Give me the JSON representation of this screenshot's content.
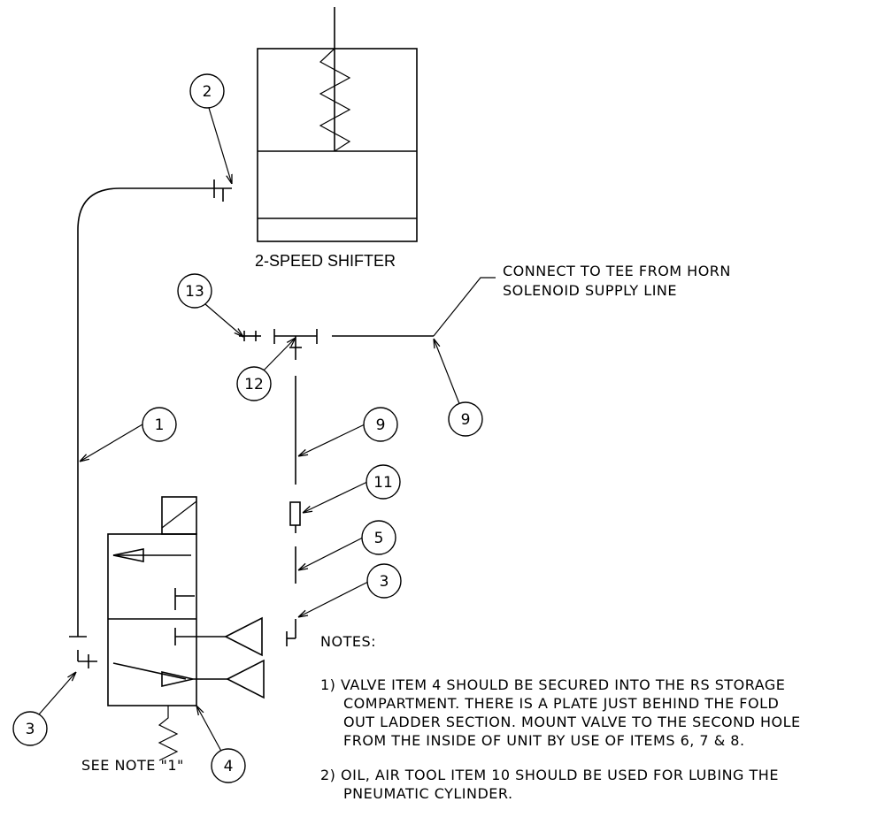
{
  "title": "2-SPEED SHIFTER",
  "callout": {
    "line1": "CONNECT TO TEE FROM HORN",
    "line2": "SOLENOID SUPPLY LINE"
  },
  "balloons": {
    "b1": "1",
    "b2": "2",
    "b3_left": "3",
    "b3_right": "3",
    "b4": "4",
    "b5": "5",
    "b9_a": "9",
    "b9_b": "9",
    "b11": "11",
    "b12": "12",
    "b13": "13"
  },
  "see_note": "SEE NOTE \"1\"",
  "notes": {
    "heading": "NOTES:",
    "n1_l1": "1) VALVE ITEM 4 SHOULD BE SECURED INTO THE RS STORAGE",
    "n1_l2": "COMPARTMENT.  THERE IS A PLATE JUST BEHIND THE FOLD",
    "n1_l3": "OUT LADDER SECTION.  MOUNT VALVE TO THE SECOND HOLE",
    "n1_l4": "FROM THE INSIDE OF UNIT BY USE OF ITEMS 6, 7 & 8.",
    "n2_l1": "2) OIL, AIR TOOL ITEM 10 SHOULD BE USED FOR LUBING THE",
    "n2_l2": "PNEUMATIC CYLINDER."
  }
}
